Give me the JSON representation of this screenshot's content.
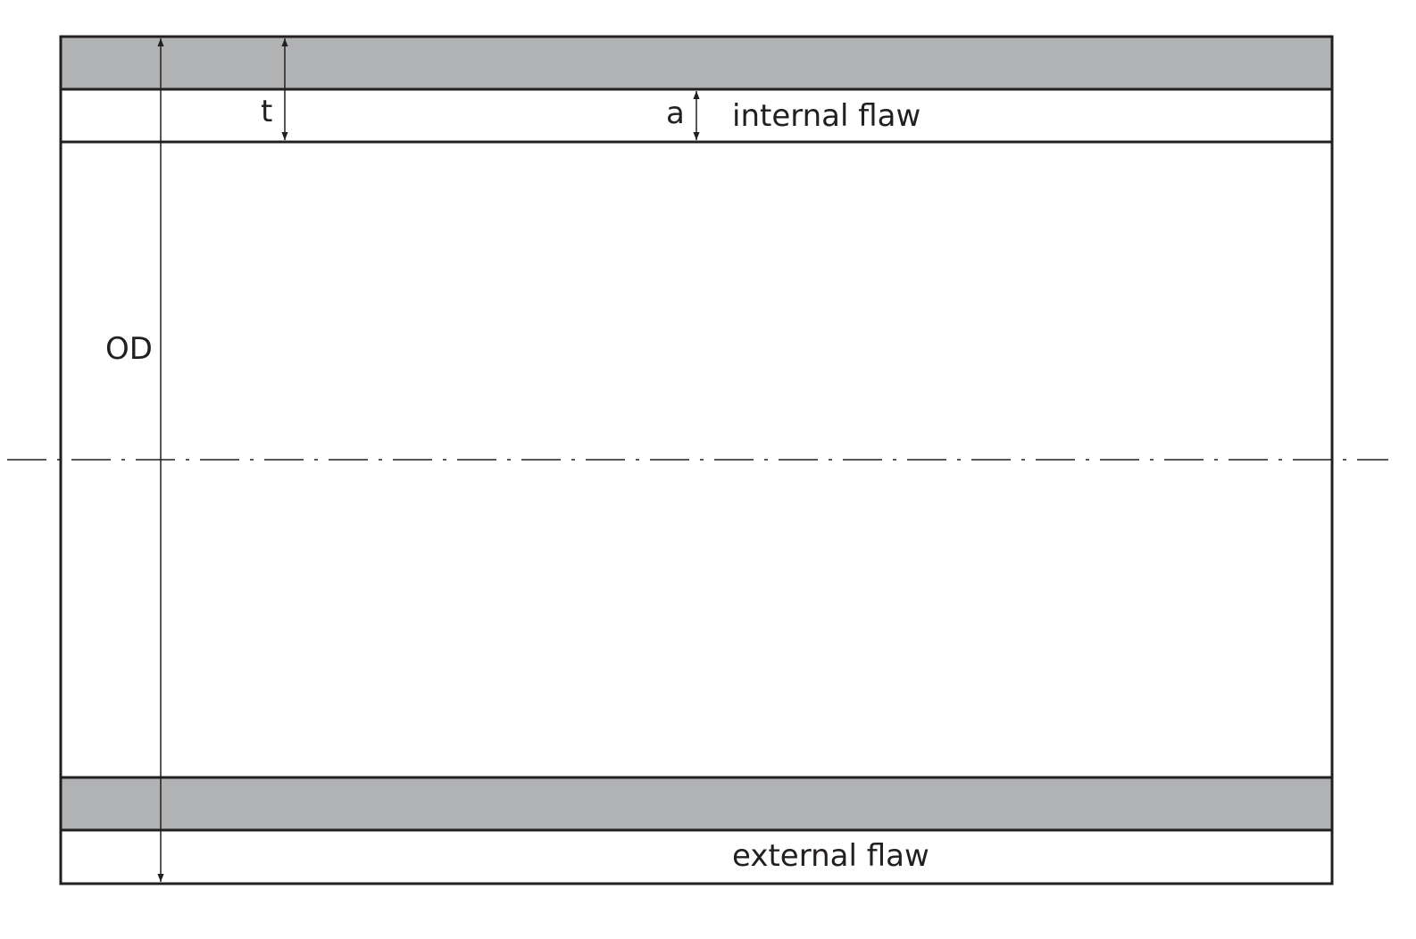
{
  "labels": {
    "od": "OD",
    "t": "t",
    "a": "a",
    "internal_flaw": "internal flaw",
    "external_flaw": "external flaw"
  },
  "colors": {
    "stroke": "#231f20",
    "wall_fill": "#b1b2b4",
    "background": "#ffffff"
  }
}
